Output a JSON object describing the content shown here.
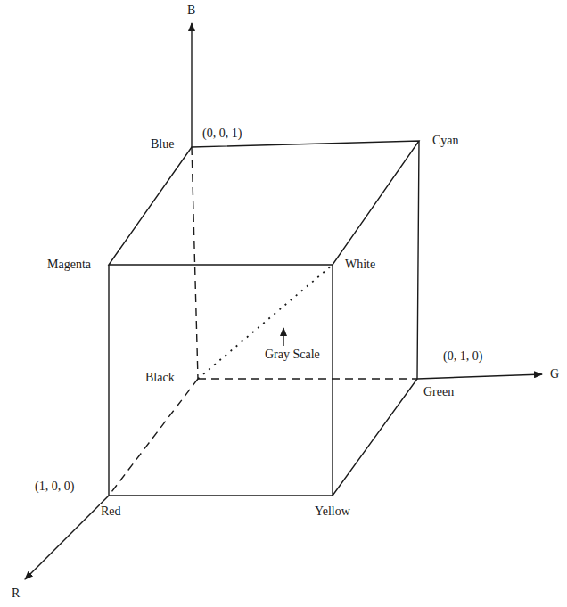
{
  "diagram": {
    "labels": [
      "B",
      "(0, 0, 1)",
      "Blue",
      "Cyan",
      "Magenta",
      "White",
      "Gray Scale",
      "Black",
      "(0, 1, 0)",
      "G",
      "Green",
      "(1, 0, 0)",
      "Red",
      "Yellow",
      "R"
    ]
  }
}
